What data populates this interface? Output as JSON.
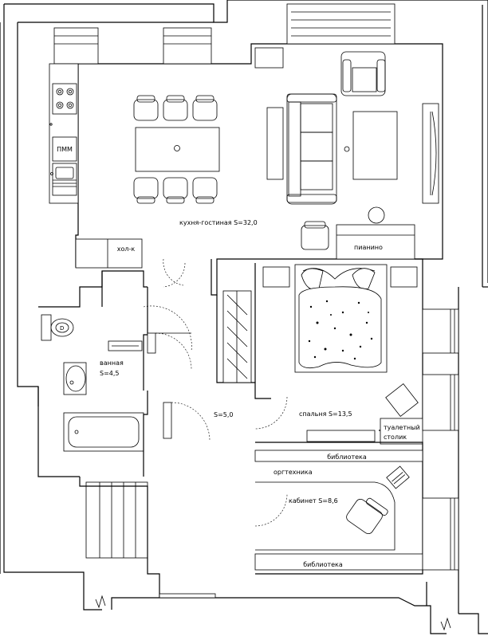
{
  "rooms": {
    "living": "кухня-гостиная S=32,0",
    "bath": "ванная",
    "bath_area": "S=4,5",
    "hall": "S=5,0",
    "bedroom": "спальня S=13,5",
    "office": "кабинет S=8,6"
  },
  "furniture": {
    "pmm": "ПММ",
    "fridge": "хол-к",
    "piano": "пианино",
    "vanity_line1": "туалетный",
    "vanity_line2": "столик",
    "library_top": "библиотека",
    "office_tech": "оргтехника",
    "library_bottom": "библиотека"
  }
}
